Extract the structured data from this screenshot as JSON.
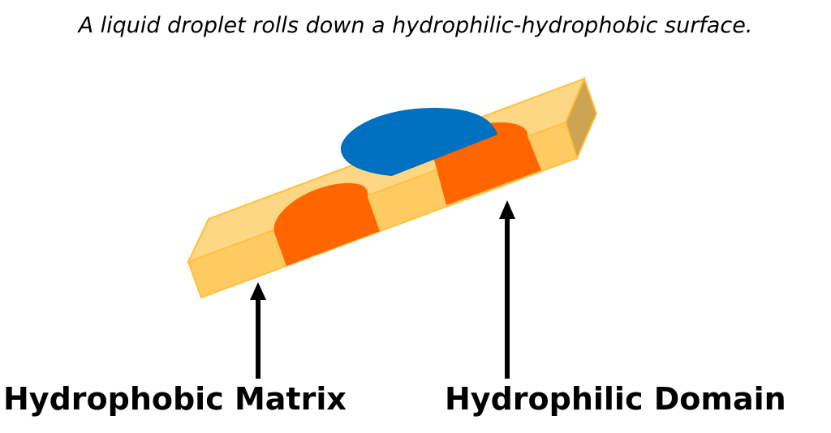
{
  "title": "A liquid droplet rolls down a hydrophilic-hydrophobic surface.",
  "labels": {
    "matrix": "Hydrophobic Matrix",
    "domain": "Hydrophilic Domain"
  },
  "colors": {
    "matrix_top": "#FDD783",
    "matrix_front": "#FECB63",
    "matrix_end": "#CCA452",
    "matrix_edge": "#FFC040",
    "domain": "#FF6600",
    "droplet": "#0070C0",
    "arrow": "#000000"
  }
}
